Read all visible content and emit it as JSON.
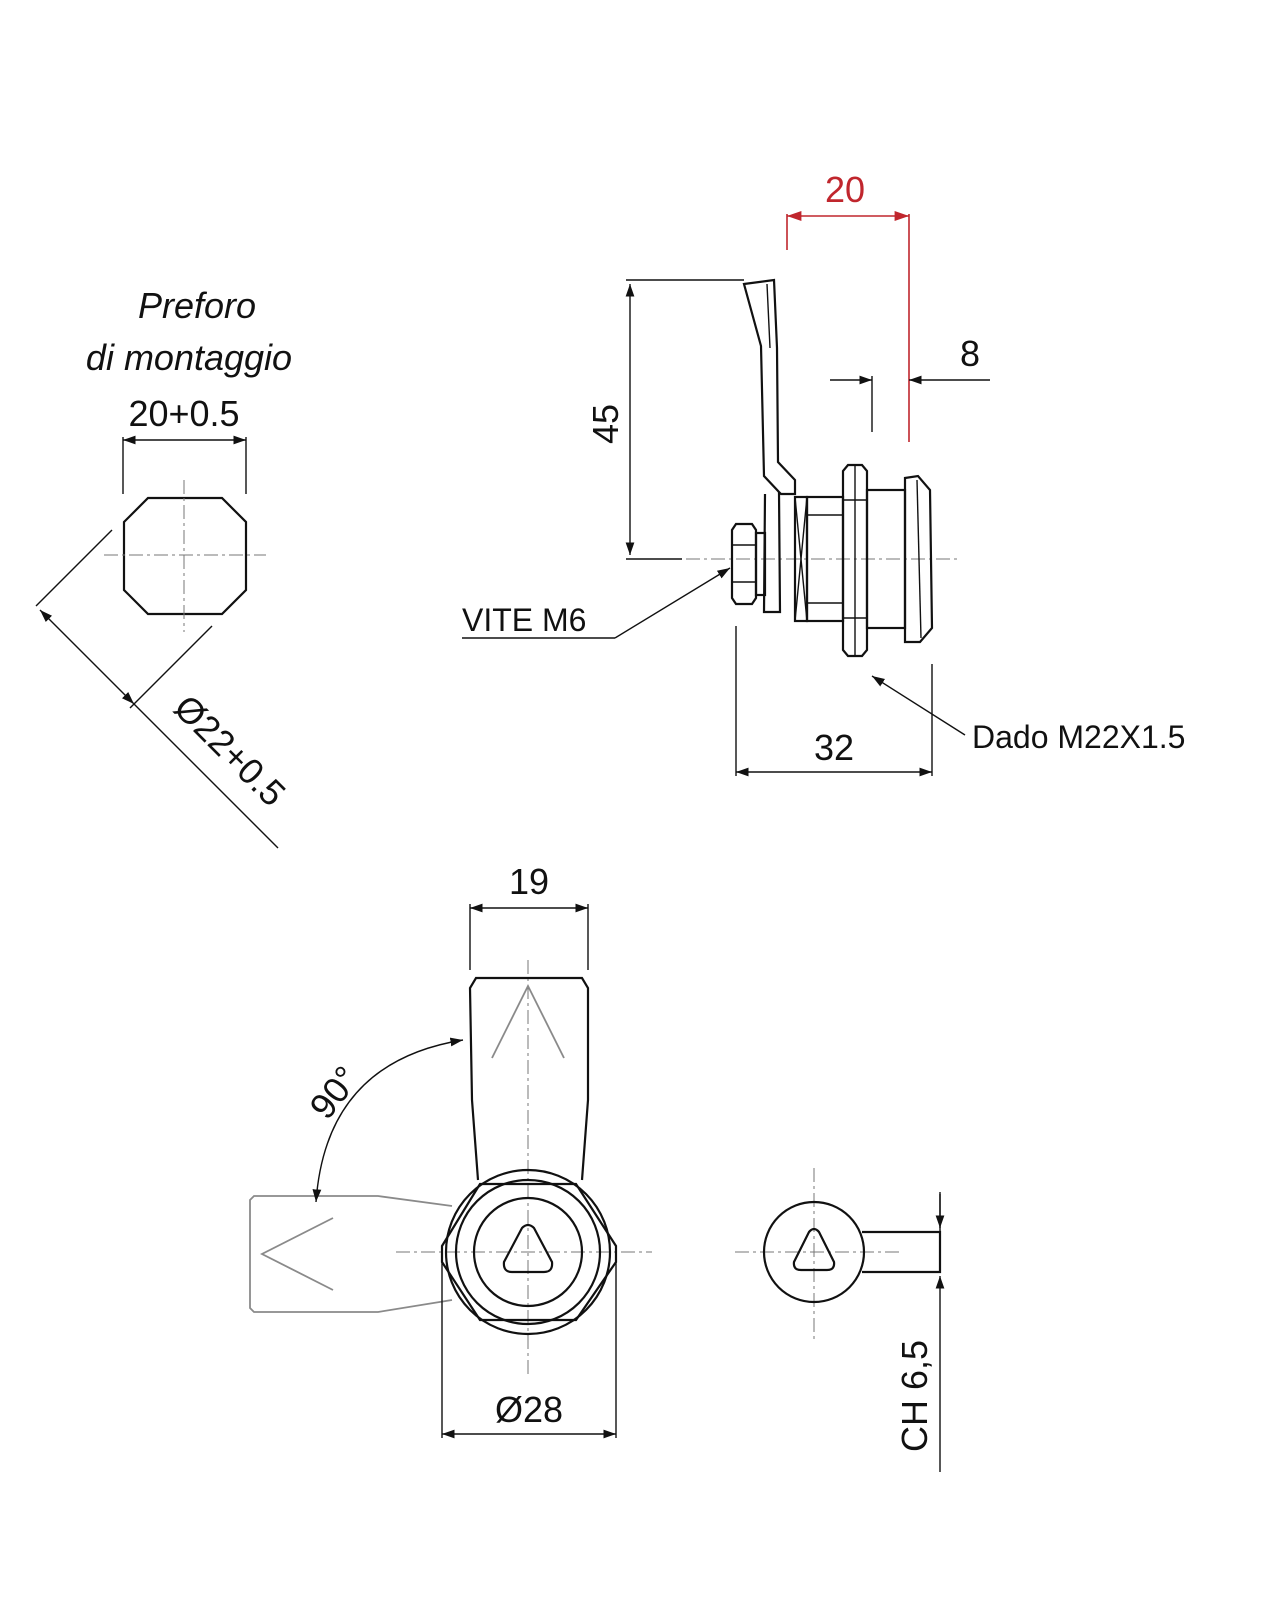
{
  "mounting_hole": {
    "title_line1": "Preforo",
    "title_line2": "di montaggio",
    "width_dim": "20+0.5",
    "diameter_dim": "Ø22+0.5"
  },
  "side_view": {
    "dim_top": "20",
    "dim_top_color": "#c0262d",
    "dim_8": "8",
    "dim_45": "45",
    "dim_32": "32",
    "label_screw": "VITE M6",
    "label_nut": "Dado M22X1.5"
  },
  "front_view": {
    "dim_19": "19",
    "dim_diameter": "Ø28",
    "angle": "90°"
  },
  "key_view": {
    "dim_ch": "CH 6,5"
  }
}
